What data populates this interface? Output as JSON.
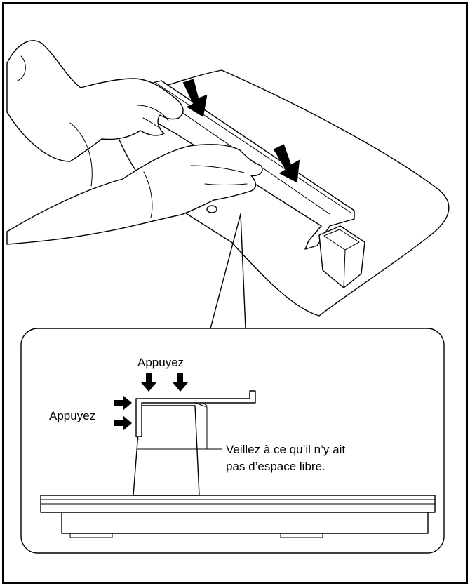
{
  "figure": {
    "press_label_top": "Appuyez",
    "press_label_left": "Appuyez",
    "gap_note_line1": "Veillez à ce qu’il n’y ait",
    "gap_note_line2": "pas d’espace libre."
  },
  "icons": {
    "press_arrow": "arrow-down-icon",
    "press_arrow_side": "arrow-right-icon"
  },
  "colors": {
    "ink": "#000000",
    "paper": "#ffffff"
  }
}
